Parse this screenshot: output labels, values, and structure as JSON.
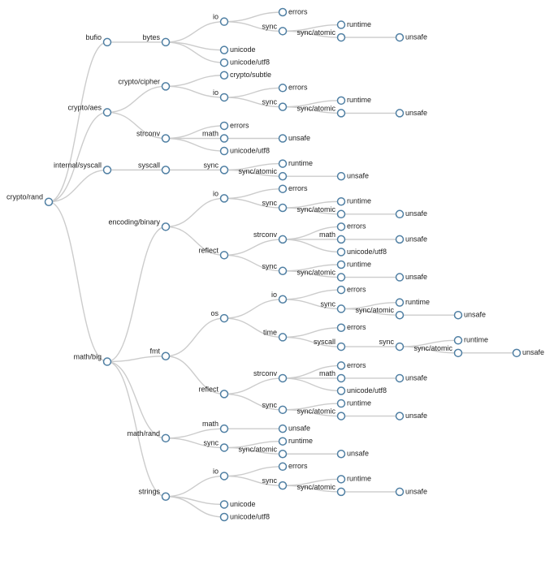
{
  "tree": {
    "name": "crypto/rand",
    "children": [
      {
        "name": "bufio",
        "children": [
          {
            "name": "bytes",
            "children": [
              {
                "name": "io",
                "children": [
                  {
                    "name": "errors"
                  },
                  {
                    "name": "sync",
                    "children": [
                      {
                        "name": "runtime"
                      },
                      {
                        "name": "sync/atomic",
                        "children": [
                          {
                            "name": "unsafe"
                          }
                        ]
                      }
                    ]
                  }
                ]
              },
              {
                "name": "unicode"
              },
              {
                "name": "unicode/utf8"
              }
            ]
          }
        ]
      },
      {
        "name": "crypto/aes",
        "children": [
          {
            "name": "crypto/cipher",
            "children": [
              {
                "name": "crypto/subtle"
              },
              {
                "name": "io",
                "children": [
                  {
                    "name": "errors"
                  },
                  {
                    "name": "sync",
                    "children": [
                      {
                        "name": "runtime"
                      },
                      {
                        "name": "sync/atomic",
                        "children": [
                          {
                            "name": "unsafe"
                          }
                        ]
                      }
                    ]
                  }
                ]
              }
            ]
          },
          {
            "name": "strconv",
            "children": [
              {
                "name": "errors"
              },
              {
                "name": "math",
                "children": [
                  {
                    "name": "unsafe"
                  }
                ]
              },
              {
                "name": "unicode/utf8"
              }
            ]
          }
        ]
      },
      {
        "name": "internal/syscall",
        "children": [
          {
            "name": "syscall",
            "children": [
              {
                "name": "sync",
                "children": [
                  {
                    "name": "runtime"
                  },
                  {
                    "name": "sync/atomic",
                    "children": [
                      {
                        "name": "unsafe"
                      }
                    ]
                  }
                ]
              }
            ]
          }
        ]
      },
      {
        "name": "math/big",
        "children": [
          {
            "name": "encoding/binary",
            "children": [
              {
                "name": "io",
                "children": [
                  {
                    "name": "errors"
                  },
                  {
                    "name": "sync",
                    "children": [
                      {
                        "name": "runtime"
                      },
                      {
                        "name": "sync/atomic",
                        "children": [
                          {
                            "name": "unsafe"
                          }
                        ]
                      }
                    ]
                  }
                ]
              },
              {
                "name": "reflect",
                "children": [
                  {
                    "name": "strconv",
                    "children": [
                      {
                        "name": "errors"
                      },
                      {
                        "name": "math",
                        "children": [
                          {
                            "name": "unsafe"
                          }
                        ]
                      },
                      {
                        "name": "unicode/utf8"
                      }
                    ]
                  },
                  {
                    "name": "sync",
                    "children": [
                      {
                        "name": "runtime"
                      },
                      {
                        "name": "sync/atomic",
                        "children": [
                          {
                            "name": "unsafe"
                          }
                        ]
                      }
                    ]
                  }
                ]
              }
            ]
          },
          {
            "name": "fmt",
            "children": [
              {
                "name": "os",
                "children": [
                  {
                    "name": "io",
                    "children": [
                      {
                        "name": "errors"
                      },
                      {
                        "name": "sync",
                        "children": [
                          {
                            "name": "runtime"
                          },
                          {
                            "name": "sync/atomic",
                            "children": [
                              {
                                "name": "unsafe"
                              }
                            ]
                          }
                        ]
                      }
                    ]
                  },
                  {
                    "name": "time",
                    "children": [
                      {
                        "name": "errors"
                      },
                      {
                        "name": "syscall",
                        "children": [
                          {
                            "name": "sync",
                            "children": [
                              {
                                "name": "runtime"
                              },
                              {
                                "name": "sync/atomic",
                                "children": [
                                  {
                                    "name": "unsafe"
                                  }
                                ]
                              }
                            ]
                          }
                        ]
                      }
                    ]
                  }
                ]
              },
              {
                "name": "reflect",
                "children": [
                  {
                    "name": "strconv",
                    "children": [
                      {
                        "name": "errors"
                      },
                      {
                        "name": "math",
                        "children": [
                          {
                            "name": "unsafe"
                          }
                        ]
                      },
                      {
                        "name": "unicode/utf8"
                      }
                    ]
                  },
                  {
                    "name": "sync",
                    "children": [
                      {
                        "name": "runtime"
                      },
                      {
                        "name": "sync/atomic",
                        "children": [
                          {
                            "name": "unsafe"
                          }
                        ]
                      }
                    ]
                  }
                ]
              }
            ]
          },
          {
            "name": "math/rand",
            "children": [
              {
                "name": "math",
                "children": [
                  {
                    "name": "unsafe"
                  }
                ]
              },
              {
                "name": "sync",
                "children": [
                  {
                    "name": "runtime"
                  },
                  {
                    "name": "sync/atomic",
                    "children": [
                      {
                        "name": "unsafe"
                      }
                    ]
                  }
                ]
              }
            ]
          },
          {
            "name": "strings",
            "children": [
              {
                "name": "io",
                "children": [
                  {
                    "name": "errors"
                  },
                  {
                    "name": "sync",
                    "children": [
                      {
                        "name": "runtime"
                      },
                      {
                        "name": "sync/atomic",
                        "children": [
                          {
                            "name": "unsafe"
                          }
                        ]
                      }
                    ]
                  }
                ]
              },
              {
                "name": "unicode"
              },
              {
                "name": "unicode/utf8"
              }
            ]
          }
        ]
      }
    ]
  },
  "colors": {
    "link": "#cccccc",
    "node_stroke": "#4f7fa3",
    "node_fill": "#ffffff",
    "text": "#222222"
  }
}
